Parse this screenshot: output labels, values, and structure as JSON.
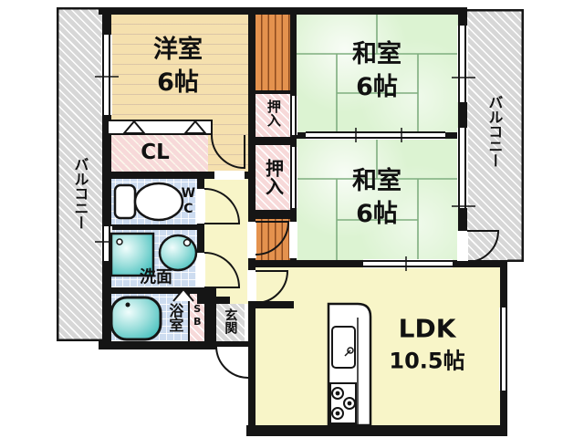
{
  "plan": {
    "title": "apartment-floor-plan",
    "rooms": {
      "yoshitsu": {
        "name": "洋室",
        "size": "6帖"
      },
      "washitsu1": {
        "name": "和室",
        "size": "6帖"
      },
      "washitsu2": {
        "name": "和室",
        "size": "6帖"
      },
      "ldk": {
        "name": "LDK",
        "size": "10.5帖"
      },
      "closet": {
        "name": "CL"
      },
      "oshiire1": {
        "name": "押入"
      },
      "oshiire2": {
        "name": "押入"
      },
      "wc": {
        "name": "WC"
      },
      "senmen": {
        "name": "洗面"
      },
      "bath": {
        "name": "浴室"
      },
      "shoebox": {
        "name": "SB"
      },
      "genkan": {
        "name": "玄関"
      },
      "balcony_left": {
        "name": "バルコニー"
      },
      "balcony_right": {
        "name": "バルコニー"
      }
    },
    "fixtures": [
      "toilet",
      "bathtub",
      "washing-machine-pan",
      "wash-basin",
      "kitchen-counter",
      "kitchen-sink",
      "stove-burners",
      "closet-hanger-symbols"
    ],
    "colors": {
      "wall": "#151515",
      "wood_floor": "#f5e0ae",
      "tatami": "#dcf3d2",
      "tatami_line": "#7fae7f",
      "closet_pink": "#f7d9d9",
      "corridor_orange": "#e4924e",
      "tile_blue": "#cddcf0",
      "room_yellow": "#f8f5c8",
      "balcony_gray": "#d7d7d7",
      "fixture_teal": "#5cc8c6"
    }
  }
}
